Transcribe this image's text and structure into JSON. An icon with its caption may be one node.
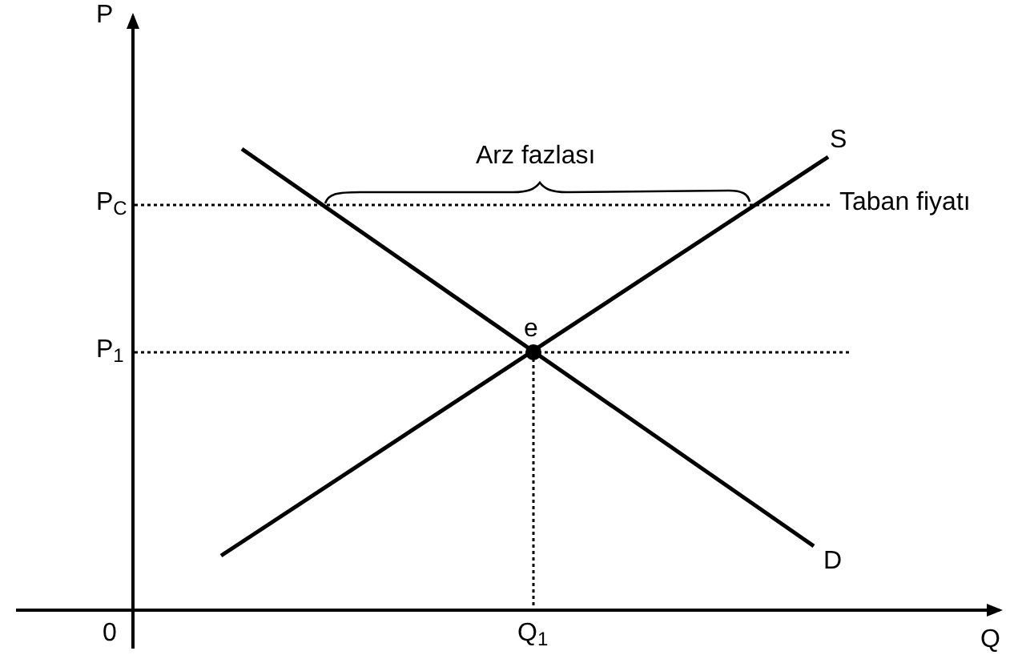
{
  "diagram": {
    "labels": [
      "P",
      "Arz fazlası",
      "S",
      "P$_{C}$",
      "Taban fiyatı",
      "e",
      "P$_{1}$",
      "D",
      "0",
      "Q$_{1}$",
      "Q"
    ]
  }
}
